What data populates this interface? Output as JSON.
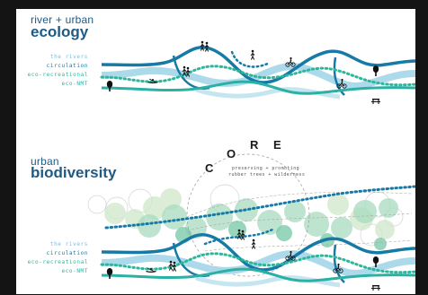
{
  "top_section": {
    "title_line1": "river + urban",
    "title_line2": "ecology",
    "legend": [
      "the rivers",
      "circulation",
      "eco-recreational",
      "eco-NMT"
    ]
  },
  "bottom_section": {
    "title_line1": "urban",
    "title_line2": "biodiversity",
    "legend": [
      "the rivers",
      "circulation",
      "eco-recreational",
      "eco-NMT"
    ],
    "core_letters": [
      "C",
      "O",
      "R",
      "E"
    ],
    "core_subtext_line1": "preserving + promoting",
    "core_subtext_line2": "rubber trees + wilderness"
  },
  "colors": {
    "background": "#141414",
    "panel": "#ffffff",
    "title": "#1d5b86",
    "river_light": "#9fd4e8",
    "circulation": "#177aa6",
    "eco_recreational": "#2db79a",
    "eco_nmt": "#2ab0a4",
    "canopy": "#b8dfc8"
  },
  "icons": [
    "tree-icon",
    "cyclist-icon",
    "pedestrian-icon",
    "family-icon",
    "runner-icon",
    "kayak-icon",
    "playground-icon",
    "picnic-table-icon"
  ]
}
